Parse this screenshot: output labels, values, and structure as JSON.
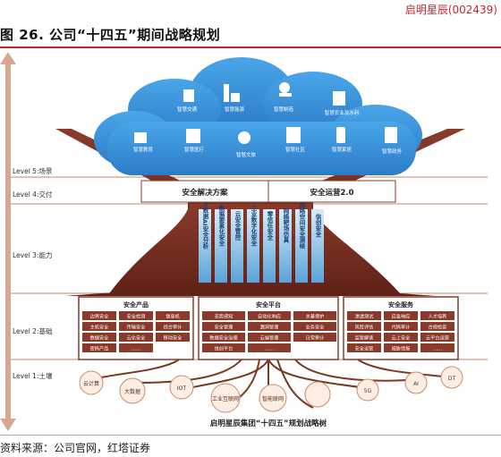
{
  "corner_label": "启明星辰(002439)",
  "title": "图 26. 公司“十四五”期间战略规划",
  "source": "资料来源：公司官网，红塔证券",
  "levels": [
    "Level 5:场景",
    "Level 4:交付",
    "Level 3:能力",
    "Level 2:基础",
    "Level 1:土壤"
  ],
  "scenes": [
    "智慧交通",
    "智慧能源",
    "智慧制造",
    "智慧农业及水利",
    "智慧教育",
    "智慧医疗",
    "智慧文旅",
    "智慧社区",
    "智慧家居",
    "智慧政务"
  ],
  "delivery": [
    "安全解决方案",
    "安全运营2.0"
  ],
  "capabilities": [
    "大数据AI安全分析",
    "数据要素化安全",
    "云安全管控",
    "工业数字化安全",
    "零信任安全",
    "网络靶场仿真",
    "网络空间安全测绘",
    "信创安全"
  ],
  "foundation": {
    "products": {
      "title": "安全产品",
      "items": [
        "边界安全",
        "安全检测",
        "堡垒机",
        "主机安全",
        "传输安全",
        "综合审计",
        "数据安全",
        "云化安全",
        "移动安全",
        "密码产品",
        "……"
      ]
    },
    "platform": {
      "title": "安全平台",
      "items": [
        "态势感知",
        "自动化响应",
        "关基保护",
        "安全管理",
        "漏洞管理",
        "业务安全",
        "数据安全治理",
        "云端管理",
        "日常审计",
        "信创平台",
        "……"
      ]
    },
    "services": {
      "title": "安全服务",
      "items": [
        "渗透测试",
        "应急响应",
        "人才培养",
        "风险评估",
        "代码审计",
        "合规检查",
        "监管解读",
        "云上安全",
        "云平台运营",
        "安全运营",
        "威胁情报",
        "……"
      ]
    }
  },
  "soil": [
    "云计算",
    "大数据",
    "IOT",
    "工业互联网",
    "智能联网",
    "5G",
    "AI",
    "DT"
  ],
  "tree_label": "启明星辰集团“十四五”规划战略树"
}
